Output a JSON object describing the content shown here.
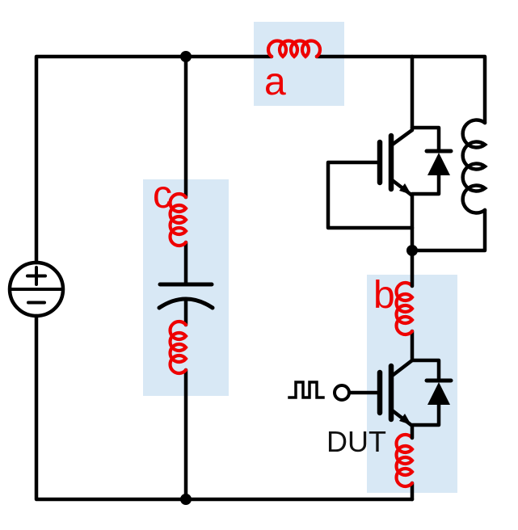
{
  "page": {
    "type": "circuit-schematic",
    "description_visible": false
  },
  "diagram": {
    "labels": {
      "parasitic_a": "a",
      "parasitic_b": "b",
      "parasitic_c": "c",
      "dut": "DUT"
    },
    "colors": {
      "wire": "#000000",
      "parasitic_inductor": "#ee0000",
      "red_label": "#ee0000",
      "dut_label": "#111111",
      "highlight_region": "#d8e8f5",
      "background": "#ffffff"
    },
    "components": [
      {
        "name": "dc-voltage-source",
        "symbol": "circle-with-plus-minus"
      },
      {
        "name": "dc-link-capacitor",
        "symbol": "capacitor-curved-plate"
      },
      {
        "name": "parasitic-inductance-a",
        "label": "a",
        "highlighted": true
      },
      {
        "name": "parasitic-inductance-b",
        "label": "b",
        "highlighted": true
      },
      {
        "name": "parasitic-inductance-c",
        "label": "c",
        "highlighted": true
      },
      {
        "name": "parasitic-inductance-emitter",
        "label": "",
        "highlighted": true
      },
      {
        "name": "high-side-igbt-gate-shorted",
        "symbol": "igbt-with-antiparallel-diode"
      },
      {
        "name": "load-inductor",
        "symbol": "coil"
      },
      {
        "name": "dut-igbt",
        "label": "DUT",
        "symbol": "igbt-with-antiparallel-diode"
      },
      {
        "name": "gate-pulse-input",
        "symbol": "square-wave-and-open-terminal"
      }
    ]
  }
}
